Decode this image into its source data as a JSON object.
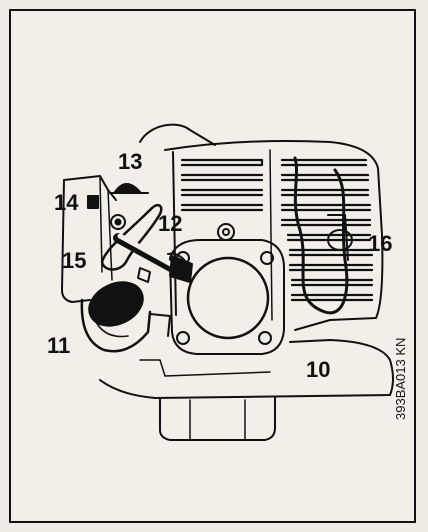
{
  "callouts": {
    "c10": "10",
    "c11": "11",
    "c12": "12",
    "c13": "13",
    "c14": "14",
    "c15": "15",
    "c16": "16"
  },
  "figure_code": "393BA013 KN"
}
